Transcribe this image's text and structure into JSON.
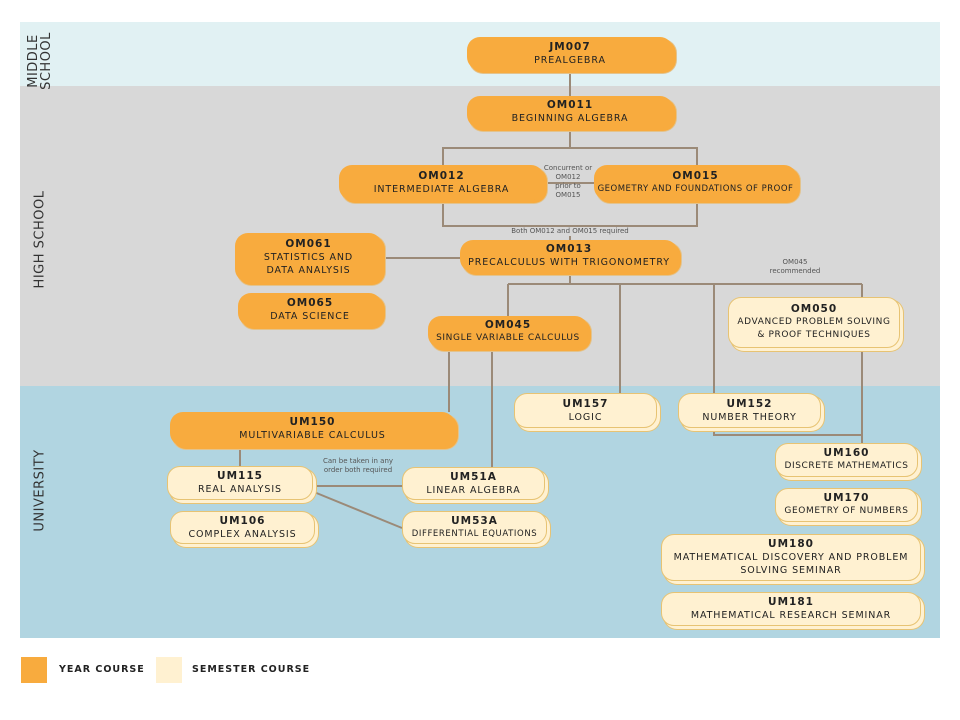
{
  "colors": {
    "middle_band": "#e1f1f3",
    "high_band": "#d8d8d8",
    "university_band": "#b1d5e1",
    "year_course": "#f8ab3e",
    "semester_course": "#fff1d1",
    "connector": "#9b8a78"
  },
  "bands": {
    "middle": "MIDDLE SCHOOL",
    "high": "HIGH SCHOOL",
    "university": "UNIVERSITY"
  },
  "courses": {
    "jm007": {
      "code": "JM007",
      "title": "PREALGEBRA"
    },
    "om011": {
      "code": "OM011",
      "title": "BEGINNING ALGEBRA"
    },
    "om012": {
      "code": "OM012",
      "title": "INTERMEDIATE ALGEBRA"
    },
    "om015": {
      "code": "OM015",
      "title": "GEOMETRY AND FOUNDATIONS OF PROOF"
    },
    "om061": {
      "code": "OM061",
      "title_line1": "STATISTICS AND",
      "title_line2": "DATA ANALYSIS"
    },
    "om065": {
      "code": "OM065",
      "title": "DATA SCIENCE"
    },
    "om013": {
      "code": "OM013",
      "title": "PRECALCULUS WITH TRIGONOMETRY"
    },
    "om045": {
      "code": "OM045",
      "title": "SINGLE VARIABLE CALCULUS"
    },
    "om050": {
      "code": "OM050",
      "title_line1": "ADVANCED PROBLEM SOLVING",
      "title_line2": "& PROOF TECHNIQUES"
    },
    "um150": {
      "code": "UM150",
      "title": "MULTIVARIABLE CALCULUS"
    },
    "um157": {
      "code": "UM157",
      "title": "LOGIC"
    },
    "um152": {
      "code": "UM152",
      "title": "NUMBER THEORY"
    },
    "um115": {
      "code": "UM115",
      "title": "REAL ANALYSIS"
    },
    "um51a": {
      "code": "UM51A",
      "title": "LINEAR ALGEBRA"
    },
    "um106": {
      "code": "UM106",
      "title": "COMPLEX ANALYSIS"
    },
    "um53a": {
      "code": "UM53A",
      "title": "DIFFERENTIAL EQUATIONS"
    },
    "um160": {
      "code": "UM160",
      "title": "DISCRETE MATHEMATICS"
    },
    "um170": {
      "code": "UM170",
      "title": "GEOMETRY OF NUMBERS"
    },
    "um180": {
      "code": "UM180",
      "title_line1": "MATHEMATICAL DISCOVERY AND PROBLEM",
      "title_line2": "SOLVING SEMINAR"
    },
    "um181": {
      "code": "UM181",
      "title": "MATHEMATICAL RESEARCH SEMINAR"
    }
  },
  "notes": {
    "concurrent": [
      "Concurrent or",
      "OM012",
      "prior to",
      "OM015"
    ],
    "both_required": "Both OM012 and  OM015 required",
    "om045_recommended": [
      "OM045",
      "recommended"
    ],
    "any_order": [
      "Can be taken in any",
      "order both required"
    ]
  },
  "legend": {
    "year": "YEAR COURSE",
    "semester": "SEMESTER COURSE"
  }
}
